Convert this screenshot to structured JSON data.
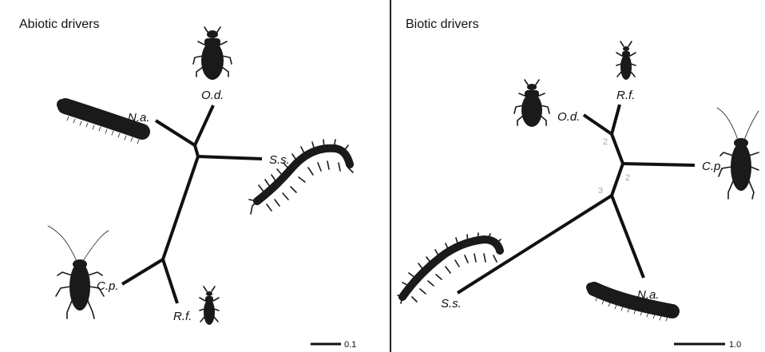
{
  "panels": {
    "left": {
      "title": "Abiotic drivers",
      "tips": {
        "od": "O.d.",
        "na": "N.a.",
        "ss": "S.s.",
        "cp": "C.p.",
        "rf": "R.f."
      },
      "scale_label": "0.1"
    },
    "right": {
      "title": "Biotic drivers",
      "tips": {
        "od": "O.d.",
        "rf": "R.f.",
        "cp": "C.p.",
        "ss": "S.s.",
        "na": "N.a."
      },
      "supports": [
        "2",
        "2",
        "3"
      ],
      "scale_label": "1.0"
    }
  },
  "icons": {
    "beetle": "beetle-silhouette",
    "millipede": "millipede-silhouette",
    "centipede": "centipede-silhouette",
    "cockroach": "cockroach-silhouette",
    "rove_beetle": "rove-beetle-silhouette"
  },
  "colors": {
    "branch": "#111111",
    "support": "#a8a8a8",
    "border": "#222222"
  }
}
